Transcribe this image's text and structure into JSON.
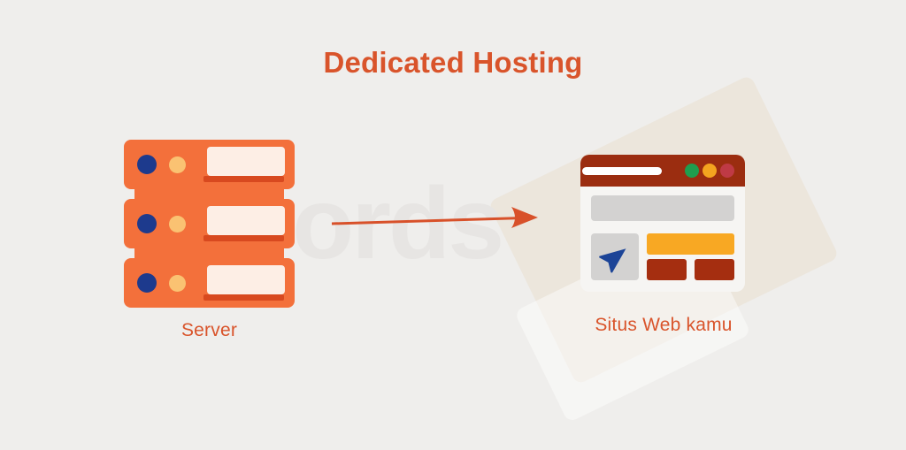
{
  "title": "Dedicated Hosting",
  "nodes": {
    "server": {
      "label": "Server",
      "icon": "server-stack-icon",
      "unit_count": 3
    },
    "website": {
      "label": "Situs Web kamu",
      "icon": "browser-window-icon"
    }
  },
  "connector": {
    "type": "arrow",
    "from": "server",
    "to": "website",
    "direction": "right"
  },
  "watermark": {
    "text": "ords"
  },
  "colors": {
    "background": "#efeeec",
    "accent-orange": "#d9542b",
    "server-body": "#f3703b",
    "server-panel": "#fdeee5",
    "server-panel-shadow": "#d8491f",
    "server-led-blue": "#1d3a8d",
    "server-led-amber": "#fac272",
    "browser-bar": "#9b2d10",
    "browser-body": "#f6f5f3",
    "browser-gray": "#d3d2d1",
    "browser-amber": "#f8a823",
    "browser-red": "#a52e10",
    "dot-green": "#1f9e4e",
    "dot-amber": "#f4a41f",
    "dot-red": "#bf3a45",
    "pointer-blue": "#1c4497",
    "arrow": "#d8512a",
    "watermark-gray": "#e7e5e3"
  }
}
